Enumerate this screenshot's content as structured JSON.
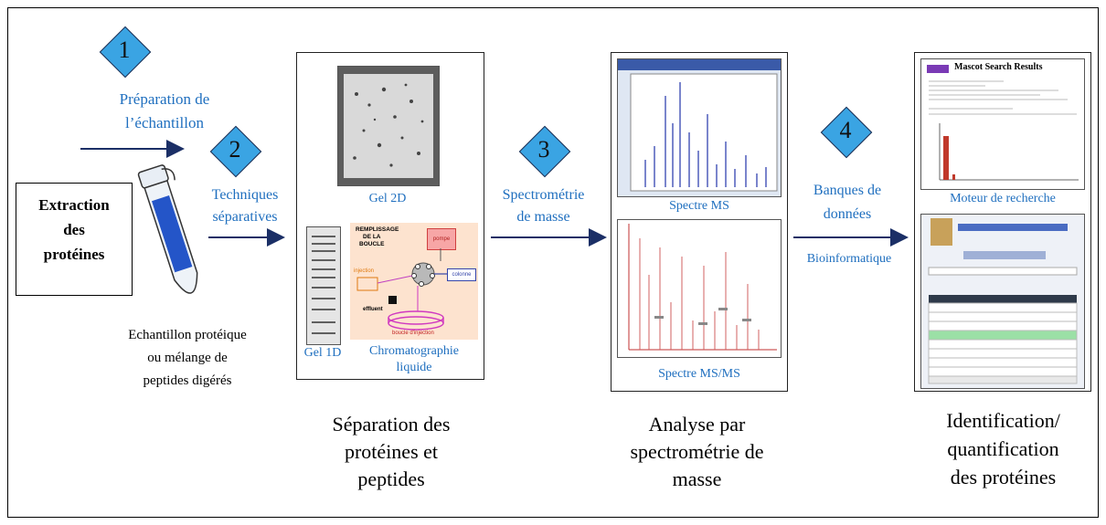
{
  "steps": [
    "1",
    "2",
    "3",
    "4"
  ],
  "step1": {
    "label_line1": "Préparation de",
    "label_line2": "l’échantillon"
  },
  "step2": {
    "label_line1": "Techniques",
    "label_line2": "séparatives"
  },
  "step3": {
    "label_line1": "Spectrométrie",
    "label_line2": "de masse"
  },
  "step4": {
    "label_line1": "Banques de",
    "label_line2": "données",
    "label_extra": "Bioinformatique"
  },
  "extraction": {
    "line1": "Extraction",
    "line2": "des",
    "line3": "protéines"
  },
  "sample": {
    "line1": "Echantillon protéique",
    "line2": "ou mélange de",
    "line3": "peptides digérés"
  },
  "separation_panel": {
    "gel2d": "Gel 2D",
    "gel1d": "Gel 1D",
    "chromato_line1": "Chromatographie",
    "chromato_line2": "liquide",
    "diagram": {
      "title_line1": "REMPLISSAGE",
      "title_line2": "DE LA",
      "title_line3": "BOUCLE",
      "pompe": "pompe",
      "injection": "injection",
      "colonne": "colonne",
      "effluent": "effluent",
      "boucle": "boucle d'injection"
    },
    "caption_line1": "Séparation des",
    "caption_line2": "protéines et",
    "caption_line3": "peptides"
  },
  "ms_panel": {
    "ms": "Spectre MS",
    "msms": "Spectre MS/MS",
    "caption_line1": "Analyse par",
    "caption_line2": "spectrométrie de",
    "caption_line3": "masse"
  },
  "id_panel": {
    "search_title": "Mascot Search Results",
    "search_caption": "Moteur de recherche",
    "caption_line1": "Identification/",
    "caption_line2": "quantification",
    "caption_line3": "des protéines"
  },
  "colors": {
    "diamond_fill": "#3aa4e3",
    "arrow": "#1b2f66",
    "label_blue": "#1f6fbf",
    "chromato_bg": "#fde3cf"
  }
}
